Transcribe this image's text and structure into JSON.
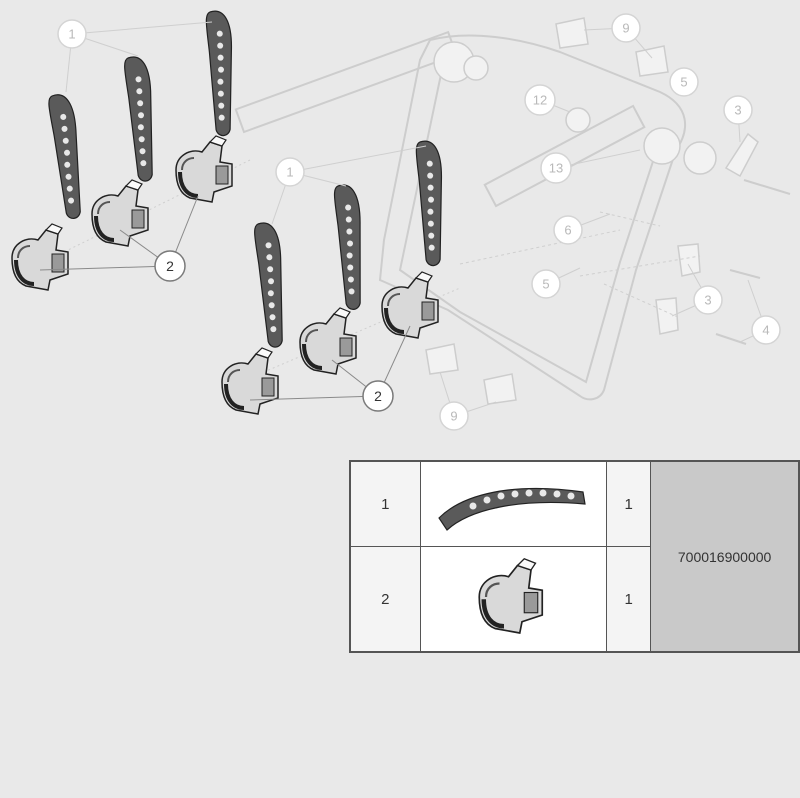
{
  "diagram": {
    "callouts": [
      {
        "label": "1",
        "tone": "light"
      },
      {
        "label": "2",
        "tone": "dark"
      },
      {
        "label": "1",
        "tone": "light"
      },
      {
        "label": "2",
        "tone": "dark"
      },
      {
        "label": "9",
        "tone": "light"
      },
      {
        "label": "5",
        "tone": "light"
      },
      {
        "label": "12",
        "tone": "light"
      },
      {
        "label": "3",
        "tone": "light"
      },
      {
        "label": "13",
        "tone": "light"
      },
      {
        "label": "6",
        "tone": "light"
      },
      {
        "label": "5",
        "tone": "light"
      },
      {
        "label": "3",
        "tone": "light"
      },
      {
        "label": "4",
        "tone": "light"
      },
      {
        "label": "9",
        "tone": "light"
      }
    ]
  },
  "parts_table": {
    "rows": [
      {
        "number": "1",
        "part_icon": "strap-icon",
        "quantity": "1"
      },
      {
        "number": "2",
        "part_icon": "wheel-cradle-icon",
        "quantity": "1"
      }
    ],
    "part_code": "700016900000"
  },
  "colors": {
    "background": "#e9e9e9",
    "highlight_part": "#333333",
    "ghost_part": "#cdcdcd",
    "code_cell": "#c9c9c9"
  }
}
